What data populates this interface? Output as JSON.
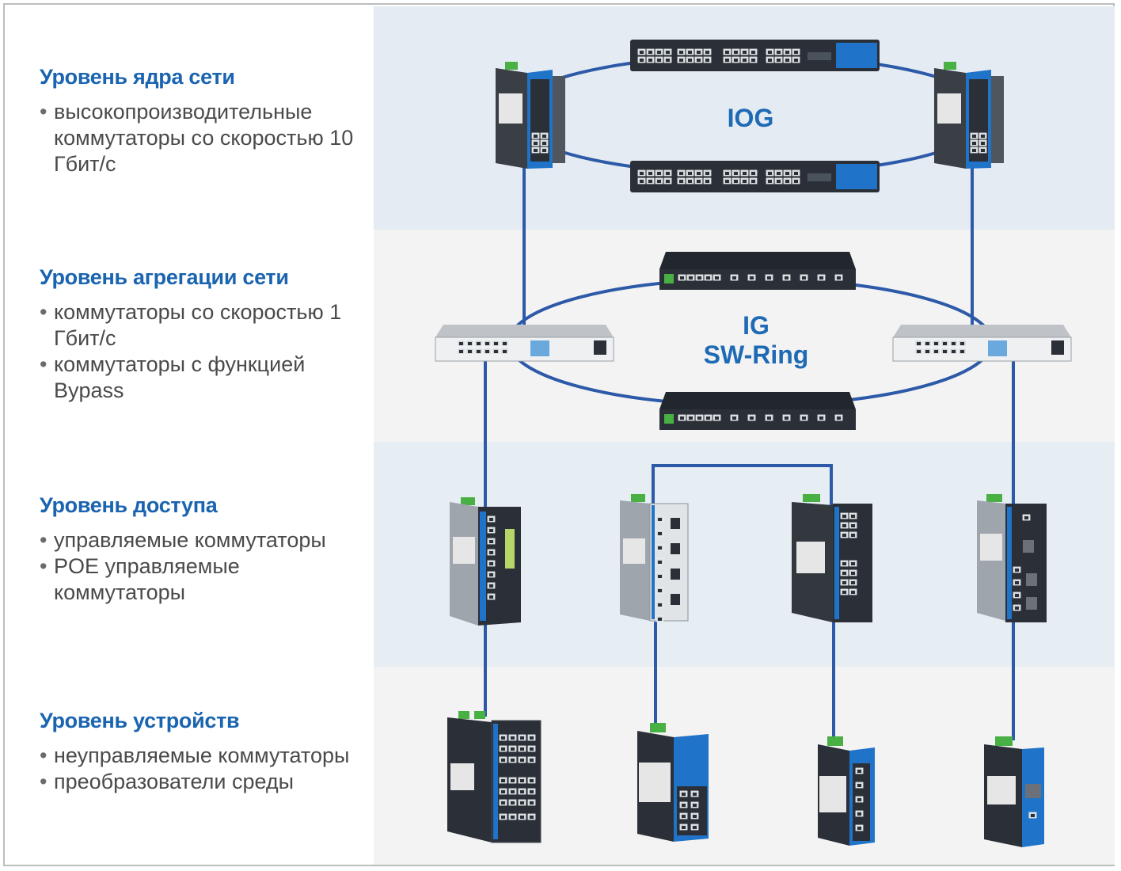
{
  "levels": [
    {
      "title": "Уровень ядра сети",
      "items": [
        "высокопроизводительные коммутаторы со скоростью 10 Гбит/с"
      ]
    },
    {
      "title": "Уровень агрегации сети",
      "items": [
        "коммутаторы со скоростью 1 Гбит/с",
        "коммутаторы с функцией Bypass"
      ]
    },
    {
      "title": "Уровень доступа",
      "items": [
        "управляемые коммутаторы",
        "POE управляемые коммутаторы"
      ]
    },
    {
      "title": "Уровень устройств",
      "items": [
        "неуправляемые коммутаторы",
        "преобразователи среды"
      ]
    }
  ],
  "rings": {
    "core_label": "IOG",
    "aggregation_label_1": "IG",
    "aggregation_label_2": "SW-Ring"
  },
  "colors": {
    "heading": "#1a64b0",
    "link_line": "#2d5aa8",
    "ring_label": "#1e6ab4",
    "device_body": "#2b3038",
    "device_accent": "#1f73c8",
    "terminal_green": "#49b043"
  },
  "icons": {
    "rack_switch": "rack-switch-icon",
    "din_rail_switch": "din-rail-switch-icon",
    "media_converter": "media-converter-icon"
  }
}
